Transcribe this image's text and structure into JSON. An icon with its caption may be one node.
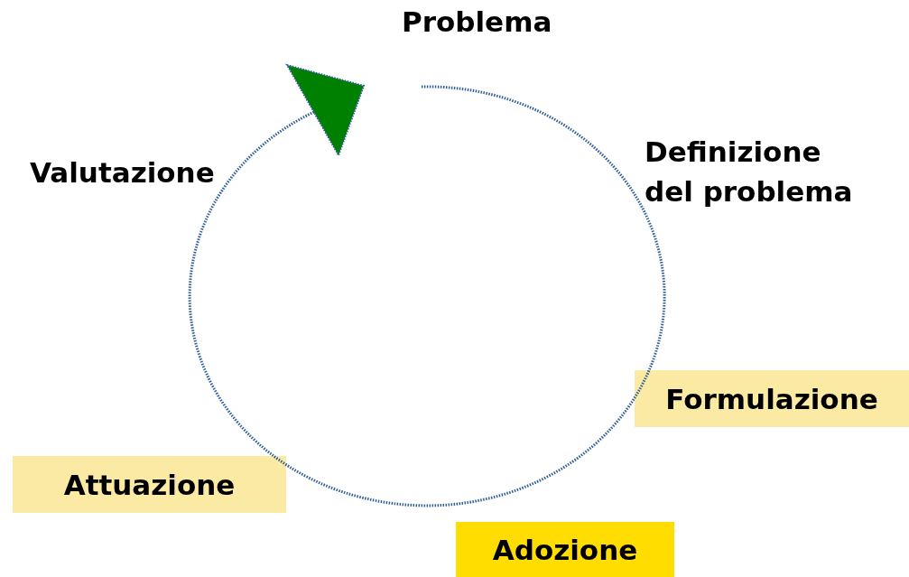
{
  "diagram": {
    "nodes": [
      {
        "text": [
          "Formulazione"
        ]
      },
      {
        "text": [
          "Attuazione"
        ]
      },
      {
        "text": [
          "Adozione"
        ]
      }
    ],
    "labels": [
      "Problema",
      "Valutazione",
      "Definizione del problema"
    ]
  }
}
